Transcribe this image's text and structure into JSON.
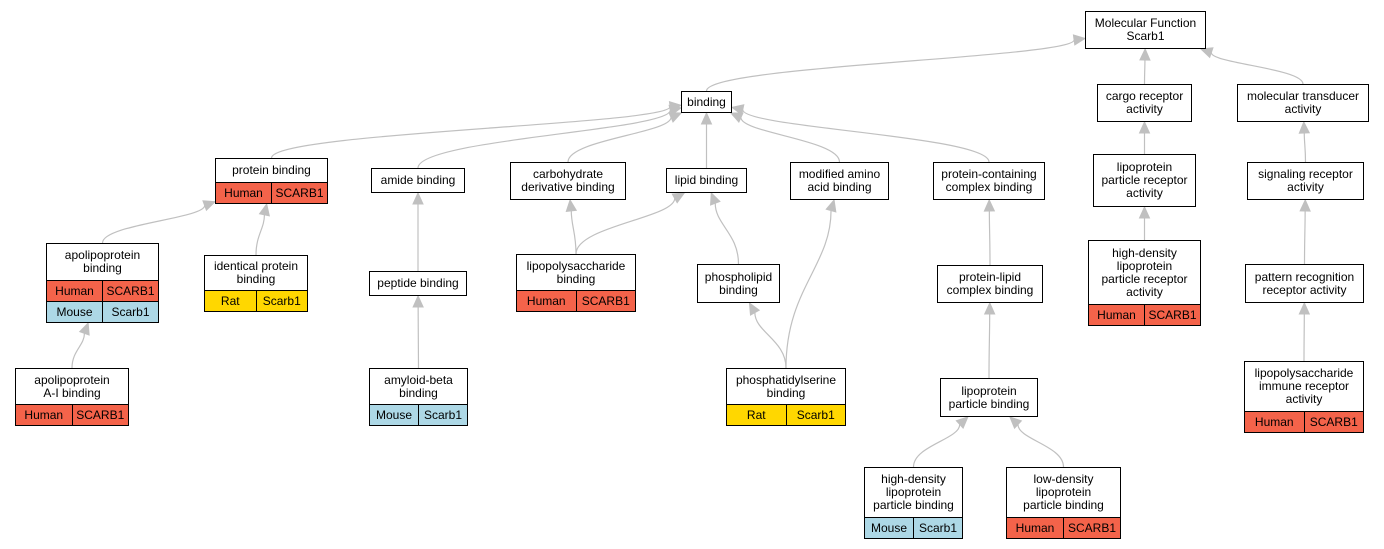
{
  "colors": {
    "human": "#f4634a",
    "mouse": "#add8e6",
    "rat": "#ffd700",
    "edge": "#c0c0c0",
    "node_border": "#000000"
  },
  "nodes": {
    "mf_scarb1": {
      "label": "Molecular Function\nScarb1",
      "annotations": []
    },
    "binding": {
      "label": "binding",
      "annotations": []
    },
    "cargo_receptor": {
      "label": "cargo receptor\nactivity",
      "annotations": []
    },
    "molecular_transducer": {
      "label": "molecular transducer\nactivity",
      "annotations": []
    },
    "protein_binding": {
      "label": "protein binding",
      "annotations": [
        {
          "species": "Human",
          "gene": "SCARB1",
          "kind": "human"
        }
      ]
    },
    "amide_binding": {
      "label": "amide binding",
      "annotations": []
    },
    "carbohydrate_derivative": {
      "label": "carbohydrate\nderivative binding",
      "annotations": []
    },
    "lipid_binding": {
      "label": "lipid binding",
      "annotations": []
    },
    "modified_amino_acid": {
      "label": "modified amino\nacid binding",
      "annotations": []
    },
    "protein_containing_complex": {
      "label": "protein-containing\ncomplex binding",
      "annotations": []
    },
    "lipoprotein_particle_receptor": {
      "label": "lipoprotein\nparticle receptor\nactivity",
      "annotations": []
    },
    "signaling_receptor": {
      "label": "signaling receptor\nactivity",
      "annotations": []
    },
    "apolipoprotein_binding": {
      "label": "apolipoprotein\nbinding",
      "annotations": [
        {
          "species": "Human",
          "gene": "SCARB1",
          "kind": "human"
        },
        {
          "species": "Mouse",
          "gene": "Scarb1",
          "kind": "mouse"
        }
      ]
    },
    "identical_protein": {
      "label": "identical protein\nbinding",
      "annotations": [
        {
          "species": "Rat",
          "gene": "Scarb1",
          "kind": "rat"
        }
      ]
    },
    "peptide_binding": {
      "label": "peptide binding",
      "annotations": []
    },
    "lipopolysaccharide_binding": {
      "label": "lipopolysaccharide\nbinding",
      "annotations": [
        {
          "species": "Human",
          "gene": "SCARB1",
          "kind": "human"
        }
      ]
    },
    "phospholipid_binding": {
      "label": "phospholipid\nbinding",
      "annotations": []
    },
    "protein_lipid_complex": {
      "label": "protein-lipid\ncomplex binding",
      "annotations": []
    },
    "hdl_receptor": {
      "label": "high-density\nlipoprotein\nparticle receptor\nactivity",
      "annotations": [
        {
          "species": "Human",
          "gene": "SCARB1",
          "kind": "human"
        }
      ]
    },
    "pattern_recognition": {
      "label": "pattern recognition\nreceptor activity",
      "annotations": []
    },
    "apoa1_binding": {
      "label": "apolipoprotein\nA-I binding",
      "annotations": [
        {
          "species": "Human",
          "gene": "SCARB1",
          "kind": "human"
        }
      ]
    },
    "amyloid_beta": {
      "label": "amyloid-beta\nbinding",
      "annotations": [
        {
          "species": "Mouse",
          "gene": "Scarb1",
          "kind": "mouse"
        }
      ]
    },
    "phosphatidylserine": {
      "label": "phosphatidylserine\nbinding",
      "annotations": [
        {
          "species": "Rat",
          "gene": "Scarb1",
          "kind": "rat"
        }
      ]
    },
    "lipoprotein_particle_binding": {
      "label": "lipoprotein\nparticle binding",
      "annotations": []
    },
    "lps_immune_receptor": {
      "label": "lipopolysaccharide\nimmune receptor\nactivity",
      "annotations": [
        {
          "species": "Human",
          "gene": "SCARB1",
          "kind": "human"
        }
      ]
    },
    "hdl_particle_binding": {
      "label": "high-density\nlipoprotein\nparticle binding",
      "annotations": [
        {
          "species": "Mouse",
          "gene": "Scarb1",
          "kind": "mouse"
        }
      ]
    },
    "ldl_particle_binding": {
      "label": "low-density\nlipoprotein\nparticle binding",
      "annotations": [
        {
          "species": "Human",
          "gene": "SCARB1",
          "kind": "human"
        }
      ]
    }
  },
  "edges": [
    {
      "from": "binding",
      "to": "mf_scarb1"
    },
    {
      "from": "cargo_receptor",
      "to": "mf_scarb1"
    },
    {
      "from": "molecular_transducer",
      "to": "mf_scarb1"
    },
    {
      "from": "protein_binding",
      "to": "binding"
    },
    {
      "from": "amide_binding",
      "to": "binding"
    },
    {
      "from": "carbohydrate_derivative",
      "to": "binding"
    },
    {
      "from": "lipid_binding",
      "to": "binding"
    },
    {
      "from": "modified_amino_acid",
      "to": "binding"
    },
    {
      "from": "protein_containing_complex",
      "to": "binding"
    },
    {
      "from": "lipoprotein_particle_receptor",
      "to": "cargo_receptor"
    },
    {
      "from": "signaling_receptor",
      "to": "molecular_transducer"
    },
    {
      "from": "apolipoprotein_binding",
      "to": "protein_binding"
    },
    {
      "from": "identical_protein",
      "to": "protein_binding"
    },
    {
      "from": "peptide_binding",
      "to": "amide_binding"
    },
    {
      "from": "lipopolysaccharide_binding",
      "to": "carbohydrate_derivative"
    },
    {
      "from": "lipopolysaccharide_binding",
      "to": "lipid_binding"
    },
    {
      "from": "phospholipid_binding",
      "to": "lipid_binding"
    },
    {
      "from": "phosphatidylserine",
      "to": "phospholipid_binding"
    },
    {
      "from": "phosphatidylserine",
      "to": "modified_amino_acid"
    },
    {
      "from": "protein_lipid_complex",
      "to": "protein_containing_complex"
    },
    {
      "from": "hdl_receptor",
      "to": "lipoprotein_particle_receptor"
    },
    {
      "from": "pattern_recognition",
      "to": "signaling_receptor"
    },
    {
      "from": "apoa1_binding",
      "to": "apolipoprotein_binding"
    },
    {
      "from": "amyloid_beta",
      "to": "peptide_binding"
    },
    {
      "from": "lipoprotein_particle_binding",
      "to": "protein_lipid_complex"
    },
    {
      "from": "lps_immune_receptor",
      "to": "pattern_recognition"
    },
    {
      "from": "hdl_particle_binding",
      "to": "lipoprotein_particle_binding"
    },
    {
      "from": "ldl_particle_binding",
      "to": "lipoprotein_particle_binding"
    }
  ]
}
